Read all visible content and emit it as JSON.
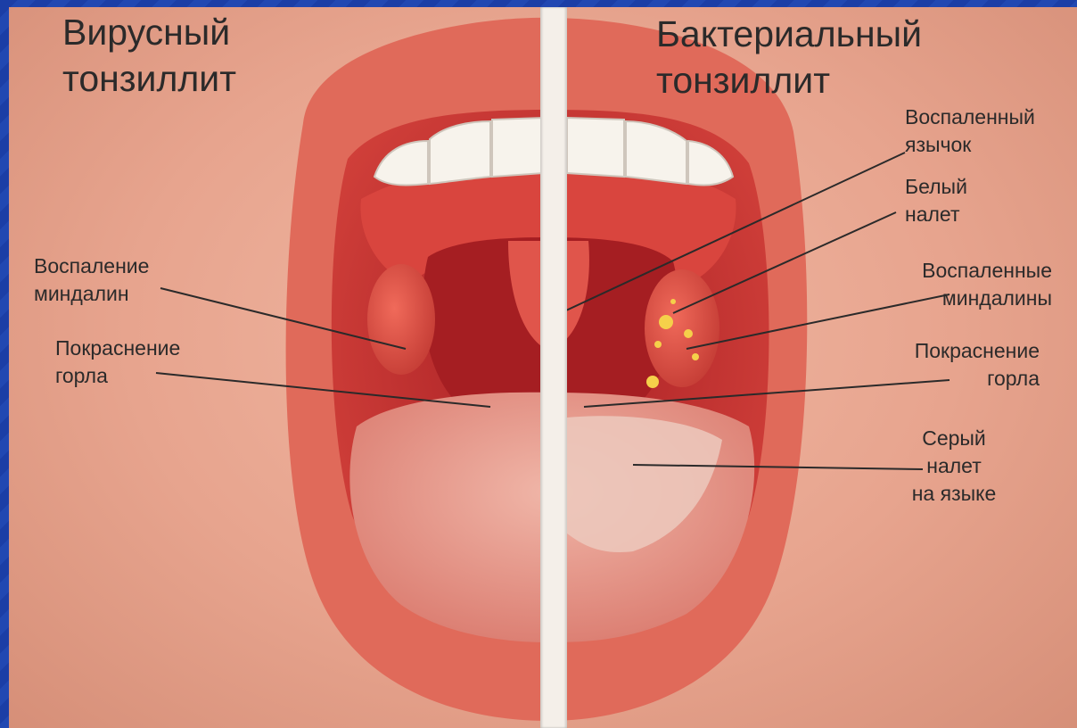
{
  "left": {
    "title_line1": "Вирусный",
    "title_line2": "тонзиллит",
    "labels": [
      {
        "line1": "Воспаление",
        "line2": "миндалин"
      },
      {
        "line1": "Покраснение",
        "line2": "горла"
      }
    ]
  },
  "right": {
    "title_line1": "Бактериальный",
    "title_line2": "тонзиллит",
    "labels": [
      {
        "line1": "Воспаленный",
        "line2": "язычок"
      },
      {
        "line1": "Белый",
        "line2": "налет"
      },
      {
        "line1": "Воспаленные",
        "line2": "миндалины"
      },
      {
        "line1": "Покраснение",
        "line2": "горла"
      },
      {
        "line1": "Серый",
        "line2": "налет",
        "line3": "на языке"
      }
    ]
  },
  "colors": {
    "background": "#1b3ea6",
    "skin": "#e7a48e",
    "lips": "#e06a5a",
    "throat": "#b5262a",
    "tongue": "#e79a8f",
    "white_coating": "#f5d04a",
    "text": "#2b2a2a"
  }
}
